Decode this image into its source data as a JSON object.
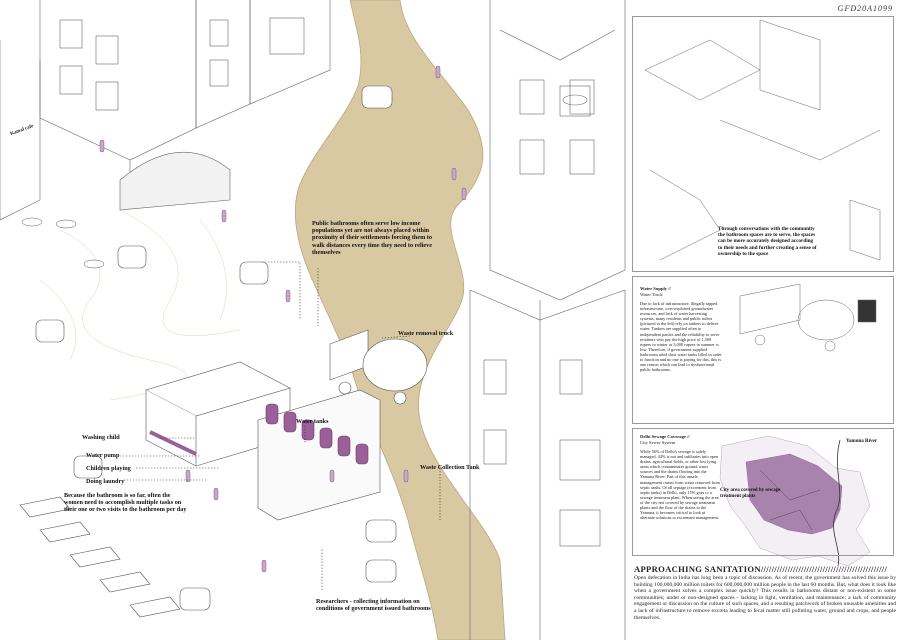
{
  "sheet_code": "GFD20A1099",
  "colors": {
    "road": "#d8c9a3",
    "accent": "#9b5f9a",
    "accent_light": "#c9a6cc",
    "line": "#555555",
    "frame": "#999999"
  },
  "main": {
    "shop_sign": "Kamal cafe",
    "callouts": {
      "public_bathrooms": "Public bathrooms often serve low income populations yet are not always placed within proximity of their settlements forcing them to walk distances every time they need to relieve themselves",
      "waste_truck": "Waste removal truck",
      "water_tanks": "Water tanks",
      "washing_child": "Washing child",
      "water_pump": "Water pump",
      "children_playing": "Children playing",
      "doing_laundry": "Doing laundry",
      "women_tasks": "Because the bathroom is so far, often the women need to accomplish multiple tasks on their one or two visits to the bathroom per day",
      "waste_tank": "Waste Collection Tank",
      "researchers": "Researchers - collecting information on conditions of government issued bathrooms"
    }
  },
  "side": {
    "community_text": "Through conversations with the community the bathroom spaces are to serve, the spaces can be more accurately designed according to their needs and further creating a sense of ownership to the space",
    "water_supply": {
      "title": "Water Supply //",
      "subtitle": "Water Truck",
      "body": "Due to lack of infrastructure, illegally tapped infrastructure, over-exploited groundwater resources, and lack of water harvesting systems, many residents and public toilets (pictured to the left) rely on tankers to deliver water. Tankers are supplied often to independent parties and the reliability to serve residents who pay the high price of 1,500 rupees in winter or 3,000 rupees in summer is low. Therefore, if government supplied bathrooms need their water tanks filled in order to function and no one is paying for this, this is one reason which can lead to dysfunctional public bathrooms."
    },
    "sewage": {
      "title": "Delhi Sewage Coverage //",
      "subtitle": "City Sewer System",
      "body": "While 56% of Delhi's sewage is safely managed, 44% is not and infiltrates into open drains, agricultural fields, or other low lying areas which contaminates ground water sources and the drains flowing into the Yamuna River. Part of this unsafe management comes from waste removed from septic tanks. Of all septage (excrement from septic tanks) in Delhi, only 15% goes to a sewage treatment plant. When seeing the area of the city not covered by sewage treatment plants and the flow of the drains to the Yamuna, it becomes critical to look at alternate solutions to excrement management.",
      "map_labels": {
        "river": "Yamuna River",
        "coverage": "City area covered by sewage treatment plants"
      }
    }
  },
  "bottom": {
    "heading": "APPROACHING SANITATION///////////////////////////////////////////////",
    "paragraph": "Open defecation in India has long been a topic of discussion. As of recent, the government has solved this issue by building 100,000,000 million toilets for 600,000,000 million people in the last 60 months. But, what does it look like when a government solves a complex issue quickly? This results in bathrooms distant or non-existent in some communities; under or non-designed spaces - lacking in light, ventilation, and maintenance; a lack of community engagement or discussion on the culture of such spaces, and a resulting patchwork of broken unusable amenities and a lack of infrastructure to remove excreta leading to fecal matter still polluting water, ground and crops, and people themselves."
  }
}
